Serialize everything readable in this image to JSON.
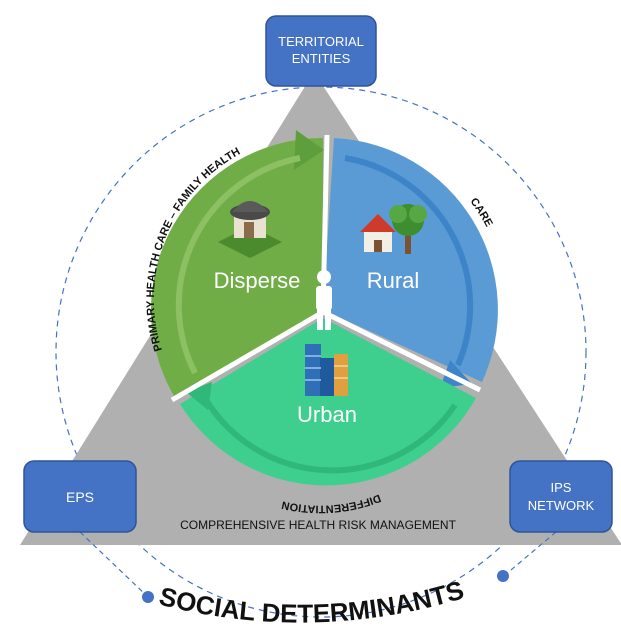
{
  "boxes": {
    "top_line1": "TERRITORIAL",
    "top_line2": "ENTITIES",
    "left": "EPS",
    "right_line1": "IPS",
    "right_line2": "NETWORK"
  },
  "segments": {
    "disperse": "Disperse",
    "rural": "Rural",
    "urban": "Urban"
  },
  "arcs": {
    "left": "PRIMARY HEALTH CARE – FAMILY HEALTH",
    "right": "CARE",
    "bottom": "DIFFERENTIATION"
  },
  "base_label": "COMPREHENSIVE HEALTH RISK MANAGEMENT",
  "footer": "SOCIAL DETERMINANTS",
  "colors": {
    "green": "#70ad47",
    "blue": "#5b9bd5",
    "teal": "#3ecf8e",
    "box": "#4472c4",
    "triangle": "#b0b0b0"
  }
}
